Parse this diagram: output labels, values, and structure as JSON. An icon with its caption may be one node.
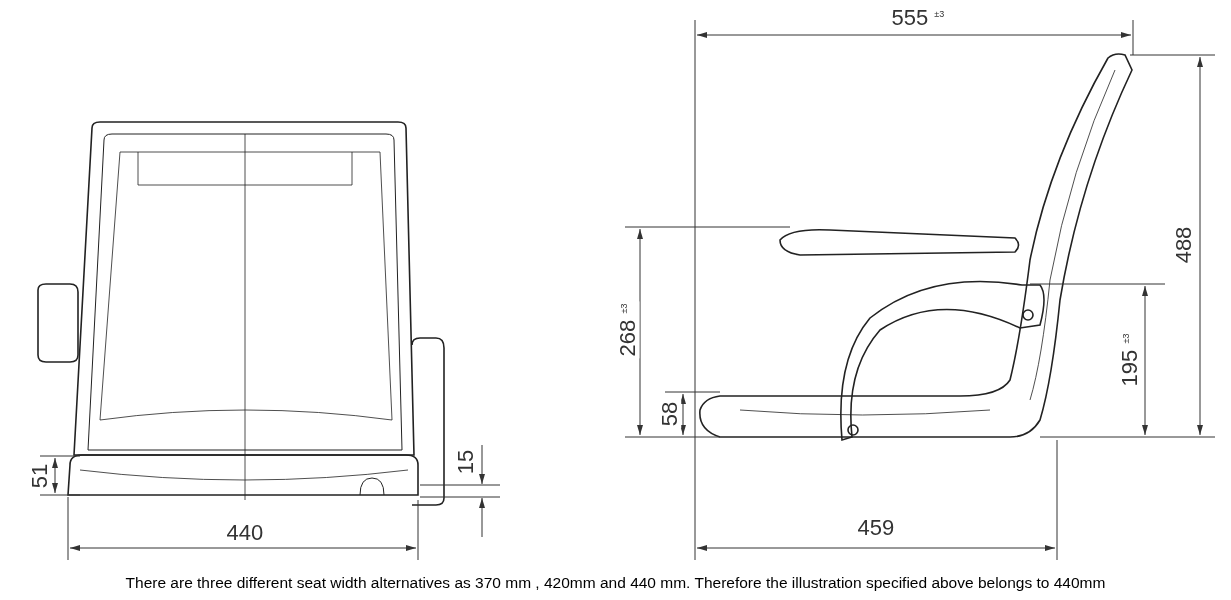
{
  "diagram": {
    "caption": "There are three different seat width alternatives as 370 mm , 420mm and 440 mm. Therefore the illustration specified above belongs to 440mm",
    "labels": [
      "555 $^{±3}$",
      "488",
      "268 $^{±3}$",
      "195 $^{±3}$",
      "58",
      "15",
      "51",
      "440",
      "459"
    ]
  }
}
